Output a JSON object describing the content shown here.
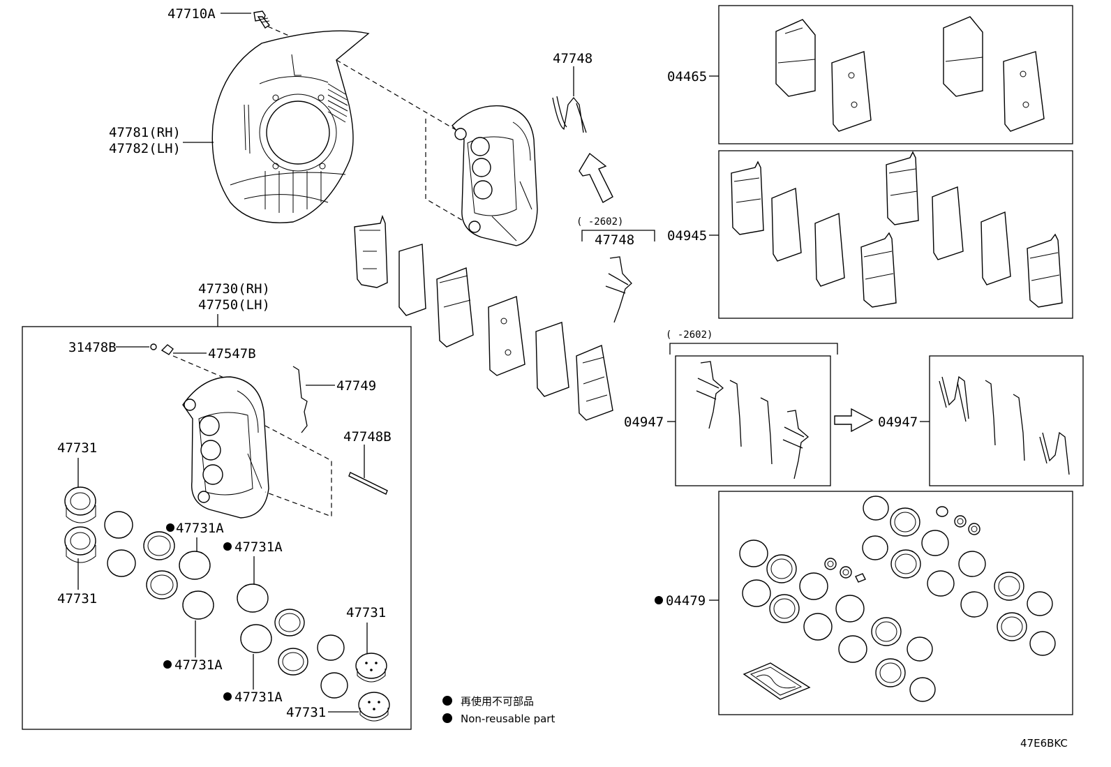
{
  "labels": {
    "p47710A": "47710A",
    "p47781": "47781(RH)",
    "p47782": "47782(LH)",
    "p47748_top": "47748",
    "p47748_mid": "47748",
    "range_mid": "(   -2602)",
    "p47730": "47730(RH)",
    "p47750": "47750(LH)",
    "p31478B": "31478B",
    "p47547B": "47547B",
    "p47749": "47749",
    "p47748B": "47748B",
    "p47731_a": "47731",
    "p47731_b": "47731",
    "p47731_c": "47731",
    "p47731_d": "47731",
    "p47731A_a": "47731A",
    "p47731A_b": "47731A",
    "p47731A_c": "47731A",
    "p47731A_d": "47731A",
    "p04465": "04465",
    "p04945": "04945",
    "range_right": "(   -2602)",
    "p04947_a": "04947",
    "p04947_b": "04947",
    "p04479": "04479"
  },
  "legend": {
    "line1": "再使用不可部品",
    "line2": "Non-reusable part"
  },
  "diagram_code": "47E6BKC"
}
